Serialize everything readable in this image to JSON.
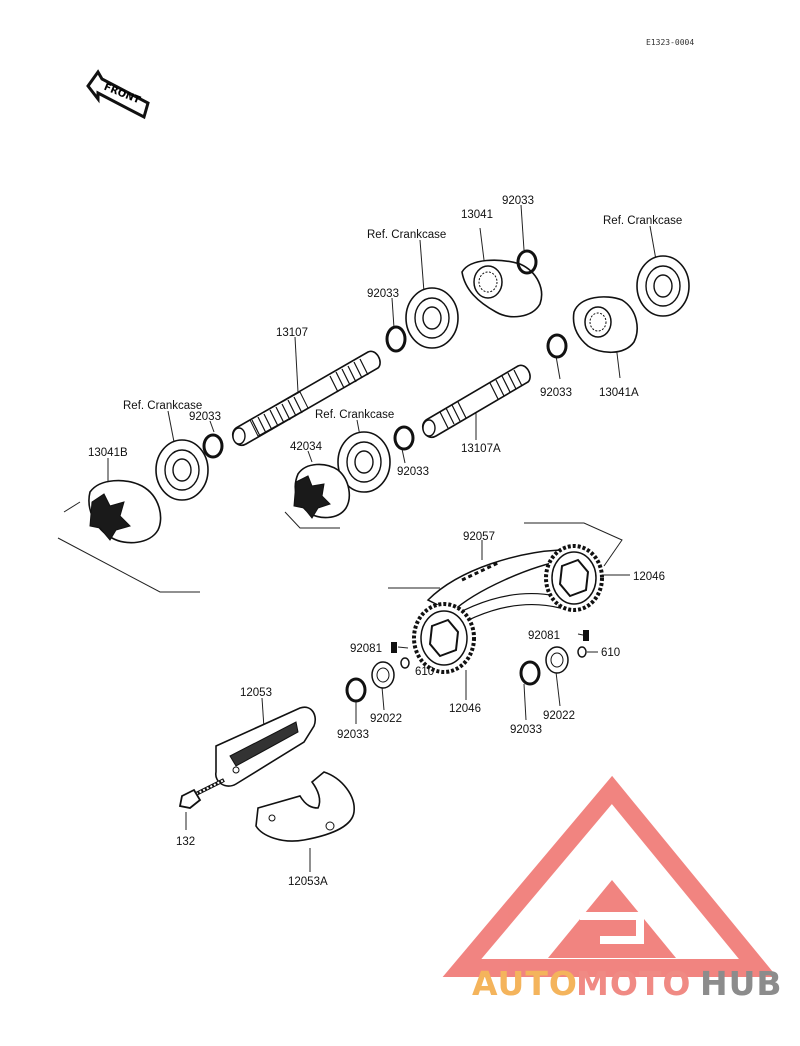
{
  "diagram_code": "E1323-0004",
  "front_label": "FRONT",
  "labels": {
    "p13041_top": "13041",
    "p92033_top": "92033",
    "ref_crank_1": "Ref. Crankcase",
    "ref_crank_2": "Ref. Crankcase",
    "p92033_a": "92033",
    "p13107": "13107",
    "ref_crank_3": "Ref. Crankcase",
    "p92033_b": "92033",
    "p13041B": "13041B",
    "ref_crank_4": "Ref. Crankcase",
    "p42034": "42034",
    "p92033_c": "92033",
    "p13107A": "13107A",
    "p92033_d": "92033",
    "p13041A": "13041A",
    "p92057": "92057",
    "p12046_r": "12046",
    "p92081_l": "92081",
    "p610_l": "610",
    "p92081_r": "92081",
    "p610_r": "610",
    "p12046_c": "12046",
    "p92033_e": "92033",
    "p92022_l": "92022",
    "p92033_f": "92033",
    "p92022_r": "92022",
    "p12053": "12053",
    "p132": "132",
    "p12053A": "12053A"
  },
  "watermark": {
    "part1": "AUTO",
    "part2": "MOTO",
    "part3": "HUB",
    "color1": "#f4b45c",
    "color2": "#f08a84",
    "color3": "#8c8c8c",
    "logo_color": "#f07a76"
  }
}
